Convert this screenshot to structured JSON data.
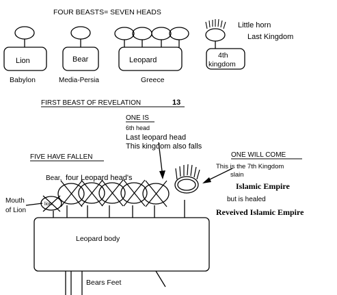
{
  "top": {
    "title": "FOUR BEASTS= SEVEN HEADS",
    "little_horn": "Little horn",
    "last_kingdom": "Last Kingdom",
    "boxes": {
      "lion": "Lion",
      "bear": "Bear",
      "leopard": "Leopard",
      "fourth": [
        "4th",
        "kingdom"
      ]
    },
    "captions": {
      "babylon": "Babylon",
      "media_persia": "Media-Persia",
      "greece": "Greece"
    }
  },
  "bottom": {
    "title": "FIRST BEAST OF REVELATION",
    "title_num": "13",
    "one_is": {
      "heading": "ONE IS",
      "lines": [
        "6th head",
        "Last leopard head",
        "This kingdom also falls"
      ]
    },
    "five_have_fallen": "FIVE HAVE FALLEN",
    "one_will_come": {
      "heading": "ONE WILL COME",
      "line1": "This is the 7th Kingdom",
      "line2": "slain",
      "islamic": "Islamic Empire",
      "healed": "but is healed",
      "revived": "Reveived Islamic Empire"
    },
    "labels": {
      "bear": "Bear,",
      "four_leopard_heads": "four Leopard head's",
      "mouth_of_lion": [
        "Mouth",
        "of Lion"
      ],
      "lion_head": "lion",
      "leopard_body": "Leopard body",
      "bears_feet": "Bears Feet"
    }
  }
}
